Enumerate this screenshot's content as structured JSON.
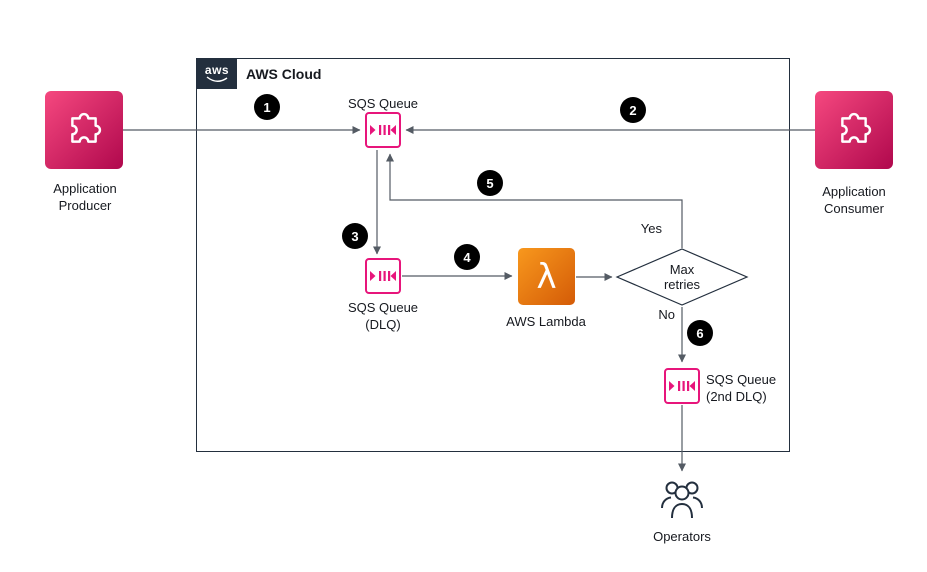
{
  "diagram": {
    "title": "AWS Cloud",
    "logo_text": "aws",
    "nodes": {
      "producer": {
        "line1": "Application",
        "line2": "Producer"
      },
      "consumer": {
        "line1": "Application",
        "line2": "Consumer"
      },
      "sqs_main": {
        "label": "SQS Queue"
      },
      "sqs_dlq": {
        "line1": "SQS Queue",
        "line2": "(DLQ)"
      },
      "lambda": {
        "label": "AWS Lambda",
        "glyph": "λ"
      },
      "decision": {
        "line1": "Max",
        "line2": "retries"
      },
      "sqs_dlq2": {
        "line1": "SQS Queue",
        "line2": "(2nd DLQ)"
      },
      "operators": {
        "label": "Operators"
      }
    },
    "edge_labels": {
      "yes": "Yes",
      "no": "No"
    },
    "badges": [
      "1",
      "2",
      "3",
      "4",
      "5",
      "6"
    ],
    "colors": {
      "sqs_pink": "#e7157b",
      "app_gradient_start": "#f5487f",
      "app_gradient_end": "#b0084d",
      "lambda_gradient_start": "#f8981d",
      "lambda_gradient_end": "#d45b07",
      "dark": "#232f3e",
      "arrow_gray": "#545b64",
      "badge_black": "#000000"
    }
  }
}
